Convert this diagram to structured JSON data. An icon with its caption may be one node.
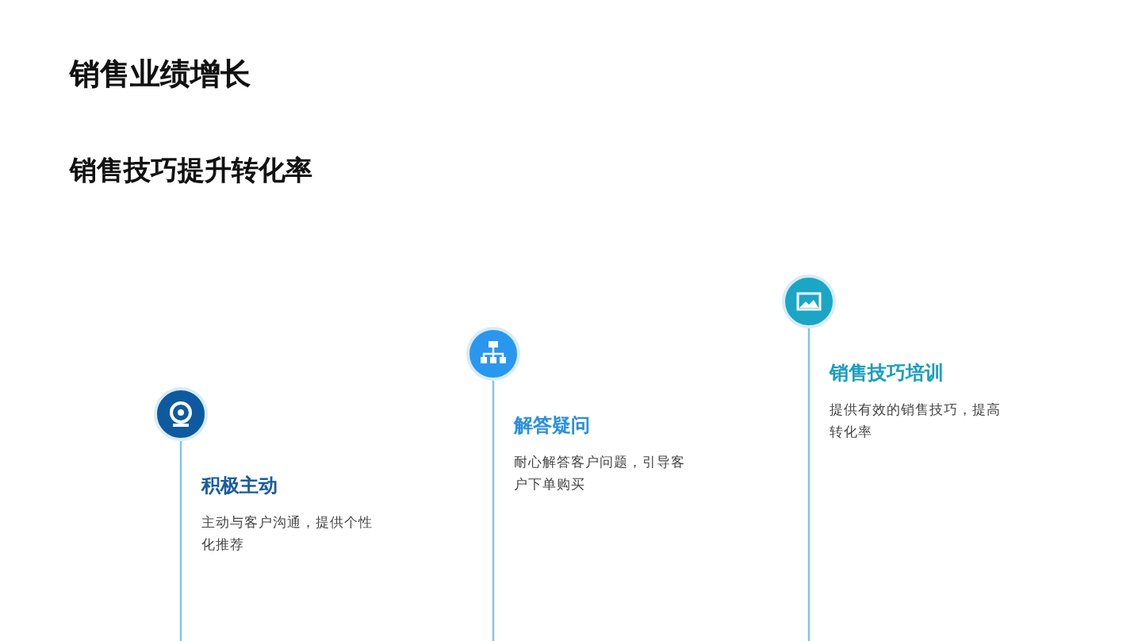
{
  "diagram": {
    "title": "销售业绩增长",
    "nodes": [
      {
        "text": [
          "积极主动",
          "主动与客户沟通，提供个性化推荐"
        ]
      },
      {
        "text": [
          "解答疑问",
          "耐心解答客户问题，引导客户下单购买"
        ]
      },
      {
        "text": [
          "销售技巧培训",
          "提供有效的销售技巧，提高转化率"
        ]
      }
    ],
    "labels": [
      "销售技巧提升转化率"
    ]
  }
}
